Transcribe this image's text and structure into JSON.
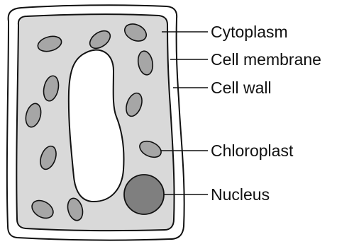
{
  "labels": {
    "cytoplasm": "Cytoplasm",
    "cell_membrane": "Cell membrane",
    "cell_wall": "Cell wall",
    "chloroplast": "Chloroplast",
    "nucleus": "Nucleus"
  },
  "colors": {
    "cytoplasm_fill": "#d9d9d9",
    "chloroplast_fill": "#a6a6a6",
    "nucleus_fill": "#7f7f7f",
    "outline": "#111111"
  }
}
